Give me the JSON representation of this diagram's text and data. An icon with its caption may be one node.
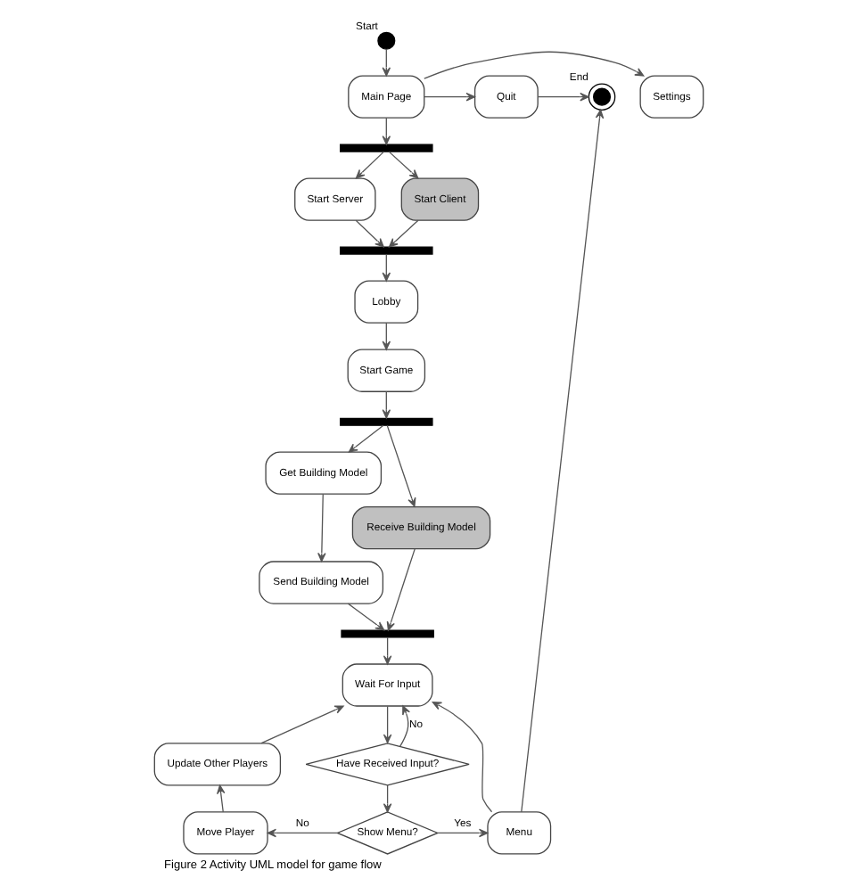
{
  "diagram": {
    "caption": "Figure 2 Activity UML model for game flow",
    "nodes": [
      {
        "text": [],
        "shape": "circle",
        "beside": [
          "Start"
        ]
      },
      {
        "text": [
          "Main Page"
        ]
      },
      {
        "text": [
          "Settings"
        ]
      },
      {
        "text": [
          "Quit"
        ]
      },
      {
        "text": [],
        "shape": "circle",
        "beside": [
          "End"
        ]
      },
      {
        "text": [],
        "shape": "bar"
      },
      {
        "text": [
          "Start Server"
        ]
      },
      {
        "text": [
          "Start Client"
        ]
      },
      {
        "text": [],
        "shape": "bar"
      },
      {
        "text": [
          "Lobby"
        ]
      },
      {
        "text": [
          "Start Game"
        ]
      },
      {
        "text": [],
        "shape": "bar"
      },
      {
        "text": [
          "Get Building Model"
        ]
      },
      {
        "text": [
          "Send Building Model"
        ]
      },
      {
        "text": [
          "Receive Building Model"
        ]
      },
      {
        "text": [],
        "shape": "bar"
      },
      {
        "text": [
          "Wait For Input"
        ]
      },
      {
        "text": [
          "Have Received Input?"
        ]
      },
      {
        "text": [
          "Show Menu?"
        ]
      },
      {
        "text": [
          "Move Player"
        ]
      },
      {
        "text": [
          "Update Other Players"
        ]
      },
      {
        "text": [
          "Menu"
        ]
      }
    ],
    "edges": [
      {
        "from": 0,
        "to": 1,
        "arrow": "to"
      },
      {
        "from": 1,
        "to": 2,
        "arrow": "to"
      },
      {
        "from": 1,
        "to": 3,
        "arrow": "to"
      },
      {
        "from": 3,
        "to": 4,
        "arrow": "to"
      },
      {
        "from": 1,
        "to": 5,
        "arrow": "to"
      },
      {
        "from": 5,
        "to": 6,
        "arrow": "to"
      },
      {
        "from": 5,
        "to": 7,
        "arrow": "to"
      },
      {
        "from": 6,
        "to": 8,
        "arrow": "to"
      },
      {
        "from": 7,
        "to": 8,
        "arrow": "to"
      },
      {
        "from": 8,
        "to": 9,
        "arrow": "to"
      },
      {
        "from": 9,
        "to": 10,
        "arrow": "to"
      },
      {
        "from": 10,
        "to": 11,
        "arrow": "to"
      },
      {
        "from": 11,
        "to": 12,
        "arrow": "to"
      },
      {
        "from": 11,
        "to": 14,
        "arrow": "to"
      },
      {
        "from": 12,
        "to": 13,
        "arrow": "to"
      },
      {
        "from": 13,
        "to": 15,
        "arrow": "to"
      },
      {
        "from": 14,
        "to": 15,
        "arrow": "to"
      },
      {
        "from": 15,
        "to": 16,
        "arrow": "to"
      },
      {
        "from": 16,
        "to": 17,
        "arrow": "to"
      },
      {
        "from": 17,
        "to": 16,
        "arrow": "to",
        "label": "No"
      },
      {
        "from": 17,
        "to": 18,
        "arrow": "to"
      },
      {
        "from": 18,
        "to": 19,
        "arrow": "to",
        "label": "No"
      },
      {
        "from": 18,
        "to": 21,
        "arrow": "to",
        "label": "Yes"
      },
      {
        "from": 19,
        "to": 20,
        "arrow": "to"
      },
      {
        "from": 20,
        "to": 16,
        "arrow": "to"
      },
      {
        "from": 21,
        "to": 16,
        "arrow": "to"
      },
      {
        "from": 21,
        "to": 4,
        "arrow": "to"
      }
    ]
  }
}
